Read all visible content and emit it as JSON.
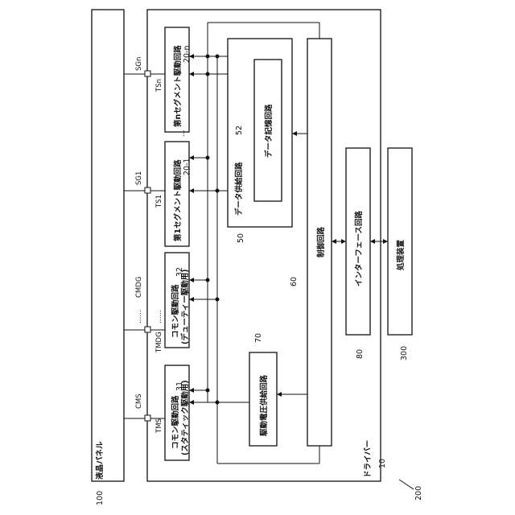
{
  "panel": {
    "ref": "100",
    "label": "液晶パネル"
  },
  "driver": {
    "ref": "10",
    "label": "ドライバー"
  },
  "system_ref": "200",
  "terminals": {
    "sgn": "SGn",
    "sg1": "SG1",
    "cmdg": "CMDG",
    "cms": "CMS",
    "tsn": "TSn",
    "ts1": "TS1",
    "tmdg": "TMDG",
    "tms": "TMS",
    "ellipsis": "……"
  },
  "blocks": {
    "seg_n": {
      "ref": "20-n",
      "label": "第nセグメント駆動回路"
    },
    "seg_1": {
      "ref": "20-1",
      "label": "第1セグメント駆動回路"
    },
    "seg_ellipsis": "…",
    "common_dyn": {
      "ref": "32",
      "line1": "コモン駆動回路",
      "line2": "(デューティー駆動用)"
    },
    "common_static": {
      "ref": "31",
      "line1": "コモン駆動回路",
      "line2": "(スタティック駆動用)"
    },
    "data_supply": {
      "ref": "50",
      "label": "データ供給回路"
    },
    "data_memory": {
      "ref": "52",
      "label": "データ記憶回路"
    },
    "voltage": {
      "ref": "70",
      "label": "駆動電圧供給回路"
    },
    "control": {
      "ref": "60",
      "label": "制御回路"
    },
    "interface": {
      "ref": "80",
      "label": "インターフェース回路"
    },
    "processor": {
      "ref": "300",
      "label": "処理装置"
    }
  }
}
